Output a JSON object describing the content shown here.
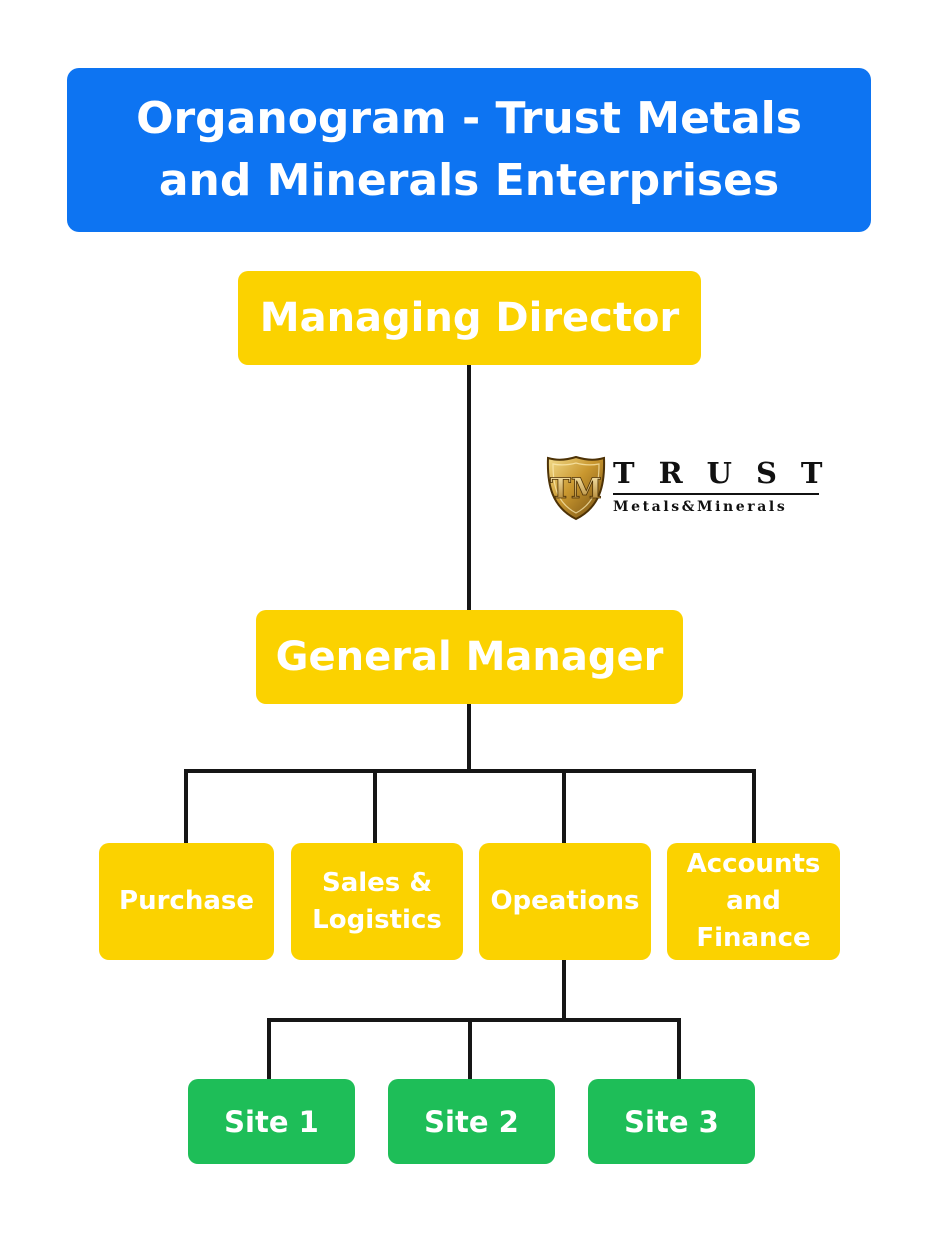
{
  "title": "Organogram - Trust Metals and Minerals Enterprises",
  "nodes": {
    "managing_director": "Managing Director",
    "general_manager": "General Manager",
    "departments": {
      "purchase": "Purchase",
      "sales_logistics": "Sales & Logistics",
      "operations": "Opeations",
      "accounts_finance": "Accounts and Finance"
    },
    "sites": {
      "site1": "Site 1",
      "site2": "Site 2",
      "site3": "Site 3"
    }
  },
  "logo": {
    "emblem": "TM",
    "word": "TRUST",
    "subtitle": "Metals&Minerals"
  },
  "colors": {
    "title_bg": "#0d74f2",
    "node_yellow": "#fbd200",
    "node_green": "#1ebe58",
    "connector": "#161616"
  }
}
